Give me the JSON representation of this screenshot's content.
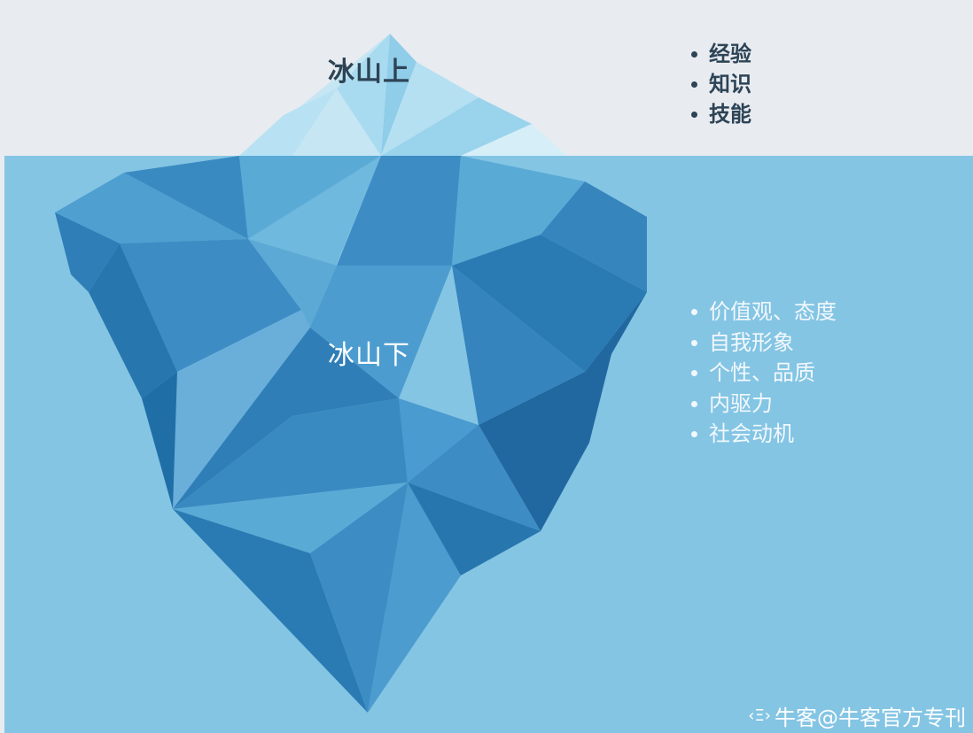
{
  "above": {
    "label": "冰山上",
    "items": [
      "经验",
      "知识",
      "技能"
    ]
  },
  "below": {
    "label": "冰山下",
    "items": [
      "价值观、态度",
      "自我形象",
      "个性、品质",
      "内驱力",
      "社会动机"
    ]
  },
  "watermark": {
    "text": "牛客@牛客官方专刊"
  },
  "colors": {
    "sky": "#e8ebf0",
    "water": "#84c5e4",
    "ice_dark": "#2176ad",
    "ice_mid": "#3d8cc4",
    "ice_light": "#a9dbf0",
    "text_dark": "#2d4456",
    "text_light": "#ffffff"
  }
}
